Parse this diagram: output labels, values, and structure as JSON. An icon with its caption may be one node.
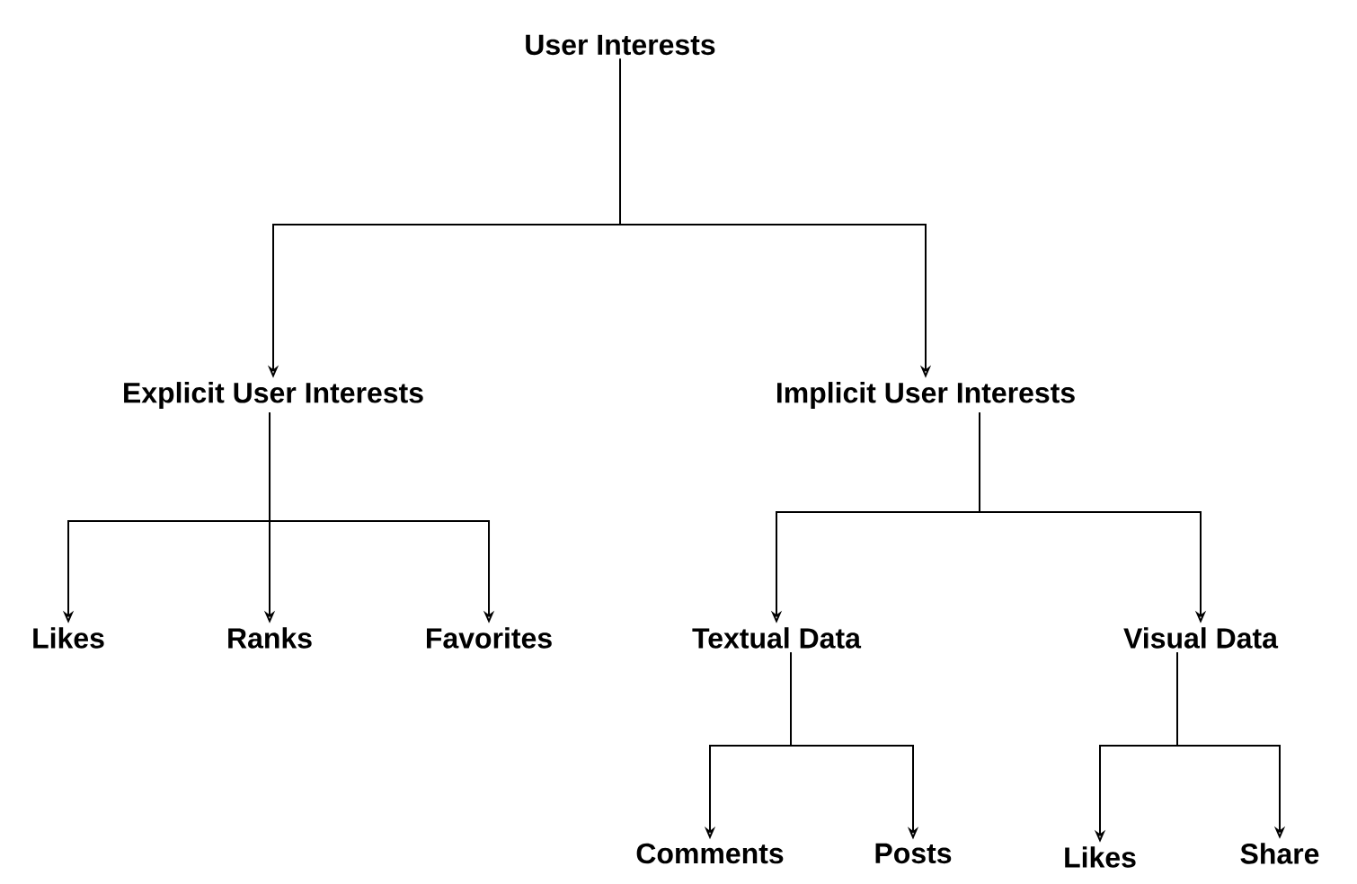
{
  "diagram": {
    "nodes": [
      {
        "text": [
          "User Interests"
        ]
      },
      {
        "text": [
          "Explicit User Interests"
        ]
      },
      {
        "text": [
          "Implicit User Interests"
        ]
      },
      {
        "text": [
          "Likes"
        ]
      },
      {
        "text": [
          "Ranks"
        ]
      },
      {
        "text": [
          "Favorites"
        ]
      },
      {
        "text": [
          "Textual Data"
        ]
      },
      {
        "text": [
          "Visual Data"
        ]
      },
      {
        "text": [
          "Comments"
        ]
      },
      {
        "text": [
          "Posts"
        ]
      },
      {
        "text": [
          "Likes"
        ]
      },
      {
        "text": [
          "Share"
        ]
      }
    ],
    "edges": [
      {
        "from": 0,
        "to": 1,
        "arrow": "to"
      },
      {
        "from": 0,
        "to": 2,
        "arrow": "to"
      },
      {
        "from": 1,
        "to": 3,
        "arrow": "to"
      },
      {
        "from": 1,
        "to": 4,
        "arrow": "to"
      },
      {
        "from": 1,
        "to": 5,
        "arrow": "to"
      },
      {
        "from": 2,
        "to": 6,
        "arrow": "to"
      },
      {
        "from": 2,
        "to": 7,
        "arrow": "to"
      },
      {
        "from": 6,
        "to": 8,
        "arrow": "to"
      },
      {
        "from": 6,
        "to": 9,
        "arrow": "to"
      },
      {
        "from": 7,
        "to": 10,
        "arrow": "to"
      },
      {
        "from": 7,
        "to": 11,
        "arrow": "to"
      }
    ]
  }
}
